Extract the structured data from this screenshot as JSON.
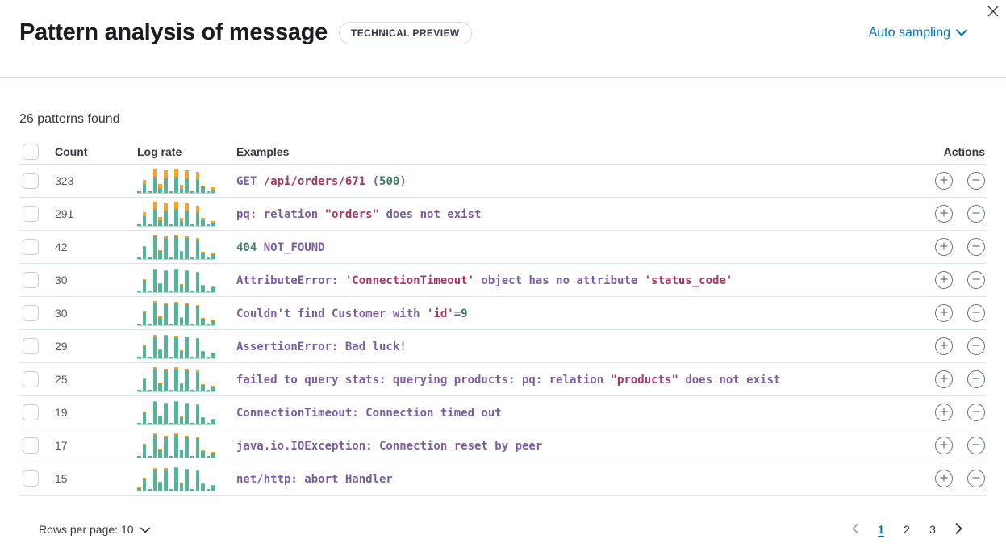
{
  "header": {
    "title": "Pattern analysis of message",
    "badge": "TECHNICAL PREVIEW",
    "sampling_label": "Auto sampling"
  },
  "summary": "26 patterns found",
  "table": {
    "columns": {
      "count": "Count",
      "log_rate": "Log rate",
      "examples": "Examples",
      "actions": "Actions"
    },
    "rows": [
      {
        "count": "323",
        "spark": [
          [
            2,
            0
          ],
          [
            11,
            5
          ],
          [
            2,
            0
          ],
          [
            20,
            10
          ],
          [
            6,
            5
          ],
          [
            18,
            10
          ],
          [
            2,
            0
          ],
          [
            20,
            10
          ],
          [
            5,
            5
          ],
          [
            18,
            10
          ],
          [
            2,
            0
          ],
          [
            17,
            9
          ],
          [
            8,
            1
          ],
          [
            2,
            0
          ],
          [
            4,
            3
          ]
        ],
        "example": [
          {
            "t": "GET ",
            "c": "k"
          },
          {
            "t": "/api/orders/671",
            "c": "v"
          },
          {
            "t": " (",
            "c": "k"
          },
          {
            "t": "500",
            "c": "n"
          },
          {
            "t": ")",
            "c": "k"
          }
        ]
      },
      {
        "count": "291",
        "spark": [
          [
            2,
            0
          ],
          [
            12,
            5
          ],
          [
            2,
            0
          ],
          [
            21,
            9
          ],
          [
            7,
            4
          ],
          [
            19,
            9
          ],
          [
            2,
            0
          ],
          [
            21,
            9
          ],
          [
            6,
            4
          ],
          [
            19,
            9
          ],
          [
            2,
            0
          ],
          [
            17,
            8
          ],
          [
            8,
            2
          ],
          [
            2,
            0
          ],
          [
            4,
            2
          ]
        ],
        "example": [
          {
            "t": "pq: relation ",
            "c": "k"
          },
          {
            "t": "\"orders\"",
            "c": "v"
          },
          {
            "t": " does not exist",
            "c": "k"
          }
        ]
      },
      {
        "count": "42",
        "spark": [
          [
            2,
            0
          ],
          [
            15,
            1
          ],
          [
            2,
            0
          ],
          [
            28,
            2
          ],
          [
            10,
            1
          ],
          [
            26,
            2
          ],
          [
            2,
            0
          ],
          [
            28,
            2
          ],
          [
            9,
            1
          ],
          [
            26,
            2
          ],
          [
            2,
            0
          ],
          [
            24,
            2
          ],
          [
            8,
            1
          ],
          [
            2,
            0
          ],
          [
            6,
            1
          ]
        ],
        "example": [
          {
            "t": "404",
            "c": "n"
          },
          {
            "t": " NOT_FOUND",
            "c": "k"
          }
        ]
      },
      {
        "count": "30",
        "spark": [
          [
            2,
            0
          ],
          [
            15,
            1
          ],
          [
            2,
            0
          ],
          [
            28,
            1
          ],
          [
            10,
            1
          ],
          [
            26,
            1
          ],
          [
            2,
            0
          ],
          [
            28,
            1
          ],
          [
            9,
            1
          ],
          [
            26,
            1
          ],
          [
            2,
            0
          ],
          [
            24,
            1
          ],
          [
            8,
            1
          ],
          [
            2,
            0
          ],
          [
            6,
            1
          ]
        ],
        "example": [
          {
            "t": "AttributeError: ",
            "c": "k"
          },
          {
            "t": "'ConnectionTimeout'",
            "c": "v"
          },
          {
            "t": " object has no attribute ",
            "c": "k"
          },
          {
            "t": "'status_code'",
            "c": "v"
          }
        ]
      },
      {
        "count": "30",
        "spark": [
          [
            2,
            0
          ],
          [
            16,
            2
          ],
          [
            2,
            0
          ],
          [
            28,
            2
          ],
          [
            10,
            1
          ],
          [
            26,
            1
          ],
          [
            2,
            0
          ],
          [
            28,
            1
          ],
          [
            9,
            1
          ],
          [
            26,
            1
          ],
          [
            2,
            0
          ],
          [
            24,
            1
          ],
          [
            8,
            1
          ],
          [
            2,
            0
          ],
          [
            6,
            1
          ]
        ],
        "example": [
          {
            "t": "Couldn't find Customer with ",
            "c": "k"
          },
          {
            "t": "'id'",
            "c": "v"
          },
          {
            "t": "=",
            "c": "k"
          },
          {
            "t": "9",
            "c": "n"
          }
        ]
      },
      {
        "count": "29",
        "spark": [
          [
            2,
            0
          ],
          [
            15,
            2
          ],
          [
            2,
            0
          ],
          [
            27,
            2
          ],
          [
            10,
            1
          ],
          [
            28,
            1
          ],
          [
            2,
            0
          ],
          [
            26,
            2
          ],
          [
            9,
            1
          ],
          [
            26,
            1
          ],
          [
            2,
            0
          ],
          [
            24,
            1
          ],
          [
            8,
            1
          ],
          [
            2,
            0
          ],
          [
            6,
            1
          ]
        ],
        "example": [
          {
            "t": "AssertionError: Bad luck!",
            "c": "k"
          }
        ]
      },
      {
        "count": "25",
        "spark": [
          [
            2,
            0
          ],
          [
            15,
            1
          ],
          [
            2,
            0
          ],
          [
            28,
            2
          ],
          [
            10,
            1
          ],
          [
            26,
            2
          ],
          [
            2,
            0
          ],
          [
            28,
            2
          ],
          [
            9,
            1
          ],
          [
            26,
            2
          ],
          [
            2,
            0
          ],
          [
            24,
            2
          ],
          [
            8,
            1
          ],
          [
            2,
            0
          ],
          [
            6,
            1
          ]
        ],
        "example": [
          {
            "t": "failed to query stats: querying products: pq: relation ",
            "c": "k"
          },
          {
            "t": "\"products\"",
            "c": "v"
          },
          {
            "t": " does not exist",
            "c": "k"
          }
        ]
      },
      {
        "count": "19",
        "spark": [
          [
            2,
            0
          ],
          [
            15,
            1
          ],
          [
            2,
            0
          ],
          [
            28,
            1
          ],
          [
            10,
            1
          ],
          [
            26,
            1
          ],
          [
            2,
            0
          ],
          [
            28,
            1
          ],
          [
            9,
            1
          ],
          [
            26,
            1
          ],
          [
            2,
            0
          ],
          [
            24,
            1
          ],
          [
            8,
            1
          ],
          [
            2,
            0
          ],
          [
            6,
            1
          ]
        ],
        "example": [
          {
            "t": "ConnectionTimeout: Connection timed out",
            "c": "k"
          }
        ]
      },
      {
        "count": "17",
        "spark": [
          [
            2,
            0
          ],
          [
            16,
            1
          ],
          [
            2,
            0
          ],
          [
            28,
            2
          ],
          [
            10,
            1
          ],
          [
            26,
            1
          ],
          [
            2,
            0
          ],
          [
            28,
            2
          ],
          [
            9,
            1
          ],
          [
            26,
            1
          ],
          [
            2,
            0
          ],
          [
            24,
            1
          ],
          [
            8,
            1
          ],
          [
            2,
            0
          ],
          [
            6,
            1
          ]
        ],
        "example": [
          {
            "t": "java.io.IOException: Connection reset by peer",
            "c": "k"
          }
        ]
      },
      {
        "count": "15",
        "spark": [
          [
            3,
            2
          ],
          [
            15,
            1
          ],
          [
            2,
            0
          ],
          [
            26,
            2
          ],
          [
            10,
            1
          ],
          [
            26,
            2
          ],
          [
            2,
            0
          ],
          [
            28,
            1
          ],
          [
            9,
            1
          ],
          [
            26,
            1
          ],
          [
            2,
            0
          ],
          [
            24,
            1
          ],
          [
            8,
            1
          ],
          [
            2,
            0
          ],
          [
            6,
            1
          ]
        ],
        "example": [
          {
            "t": "net/http: abort Handler",
            "c": "k"
          }
        ]
      }
    ]
  },
  "footer": {
    "rows_per_page": "Rows per page: 10",
    "pages": [
      "1",
      "2",
      "3"
    ],
    "active_page": "1"
  },
  "icons": {
    "close": "close-icon",
    "chevron_down": "chevron-down-icon",
    "plus": "plus-in-circle-icon",
    "minus": "minus-in-circle-icon",
    "prev": "chevron-left-icon",
    "next": "chevron-right-icon"
  },
  "colors": {
    "accent": "#0071c2",
    "text": "#343741",
    "border": "#d3dae6",
    "tok-k": "#7a5ca0",
    "tok-v": "#a83262",
    "tok-n": "#3b7c63",
    "spark-green": "#54b399",
    "spark-orange": "#fba12b"
  }
}
